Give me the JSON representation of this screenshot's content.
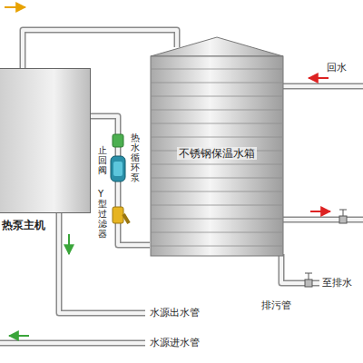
{
  "diagram": {
    "nodes": [
      {
        "text": [
          "热泵主机"
        ]
      },
      {
        "text": [
          "不锈钢保温水箱"
        ]
      }
    ],
    "edges": [
      {
        "from": 0,
        "to": 1,
        "arrow": "none"
      },
      {
        "from": 1,
        "to": 0,
        "arrow": "none"
      }
    ],
    "labels": [
      "热水循环泵",
      "止回阀",
      "Y型过滤器",
      "回水",
      "排污管",
      "至排水",
      "水源出水管",
      "水源进水管"
    ]
  }
}
